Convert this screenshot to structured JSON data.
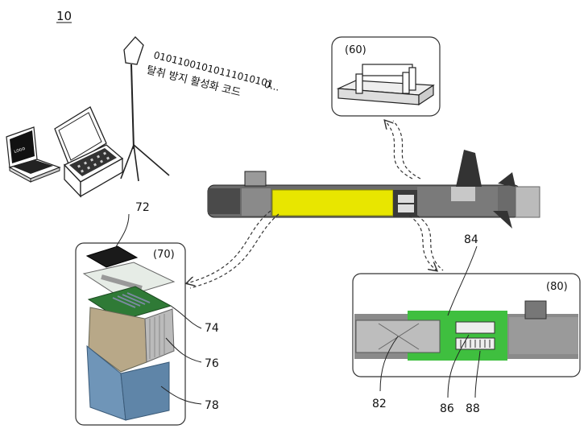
{
  "figure_number": "10",
  "code_text": {
    "binary": "01011001010111010101",
    "binary_tail": "0...",
    "korean": "탈취 방지 활성화 코드"
  },
  "insets": {
    "inset_60": "(60)",
    "inset_70": "(70)",
    "inset_80": "(80)"
  },
  "refs": {
    "r72": "72",
    "r74": "74",
    "r76": "76",
    "r78": "78",
    "r82": "82",
    "r84": "84",
    "r86": "86",
    "r88": "88"
  },
  "colors": {
    "highlight_yellow": "#e8e600",
    "highlight_green": "#3fbf3f",
    "body_gray": "#5a5a5a",
    "battery_blue": "#6f95b8",
    "battery_tan": "#b8a888",
    "line": "#333333"
  }
}
